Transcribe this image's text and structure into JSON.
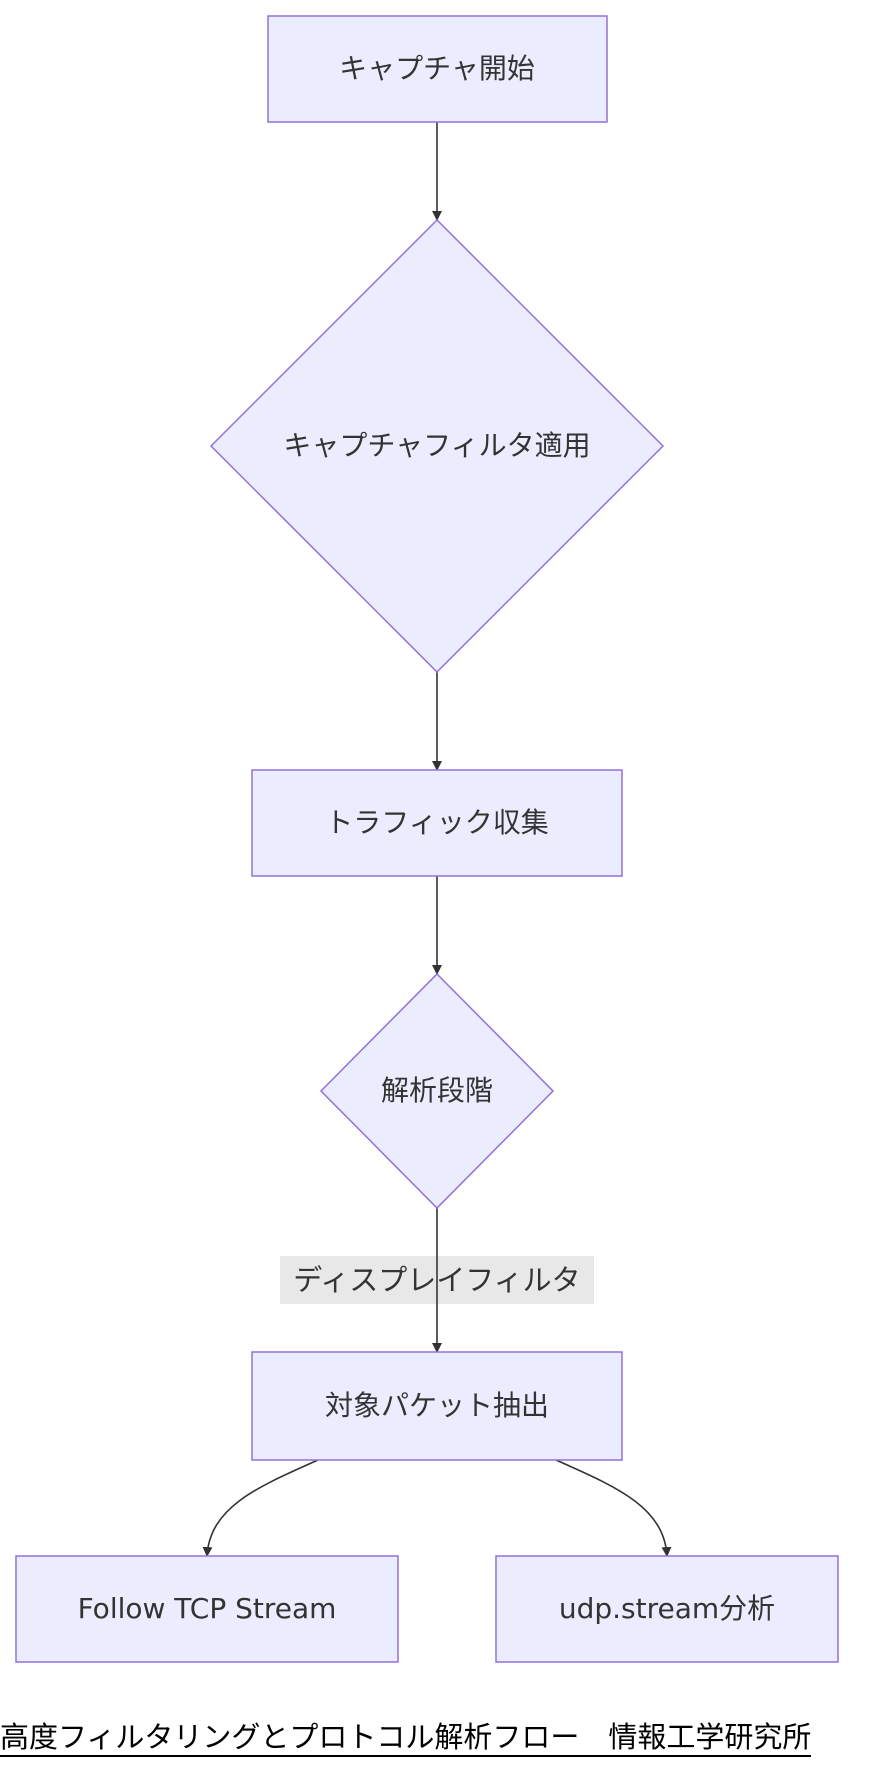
{
  "diagram": {
    "nodes": {
      "capture_start": "キャプチャ開始",
      "capture_filter": "キャプチャフィルタ適用",
      "traffic_collect": "トラフィック収集",
      "analysis_stage": "解析段階",
      "packet_extract": "対象パケット抽出",
      "follow_tcp": "Follow TCP Stream",
      "udp_stream": "udp.stream分析"
    },
    "edge_labels": {
      "display_filter": "ディスプレイフィルタ"
    },
    "colors": {
      "node_fill": "#ECECFF",
      "node_stroke": "#9370DB",
      "edge": "#333333",
      "edge_label_bg": "#e8e8e8"
    }
  },
  "footer": {
    "caption": "高度フィルタリングとプロトコル解析フロー　情報工学研究所"
  }
}
